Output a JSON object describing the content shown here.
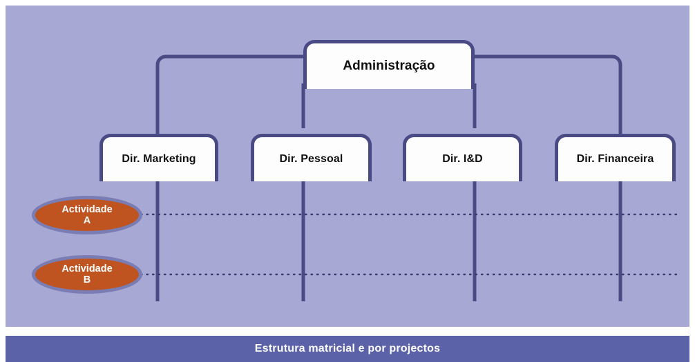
{
  "diagram": {
    "type": "organizational-chart",
    "title": "Estrutura matricial e por projectos",
    "root": {
      "id": "administracao",
      "label": "Administração"
    },
    "departments": [
      {
        "id": "dir-marketing",
        "label": "Dir. Marketing"
      },
      {
        "id": "dir-pessoal",
        "label": "Dir. Pessoal"
      },
      {
        "id": "dir-id",
        "label": "Dir. I&D"
      },
      {
        "id": "dir-financeira",
        "label": "Dir. Financeira"
      }
    ],
    "activities": [
      {
        "id": "actividade-a",
        "line1": "Actividade",
        "line2": "A"
      },
      {
        "id": "actividade-b",
        "line1": "Actividade",
        "line2": "B"
      }
    ]
  },
  "colors": {
    "panel_background": "#a7a8d4",
    "box_fill": "#fdfdfd",
    "line": "#4a4a85",
    "activity_fill": "#bf5420",
    "activity_border": "#7a7cb4",
    "banner_background": "#5b62a8",
    "banner_text": "#ffffff",
    "dotted_line": "#3a3a6e"
  },
  "banner": {
    "caption": "Estrutura matricial e por projectos"
  }
}
